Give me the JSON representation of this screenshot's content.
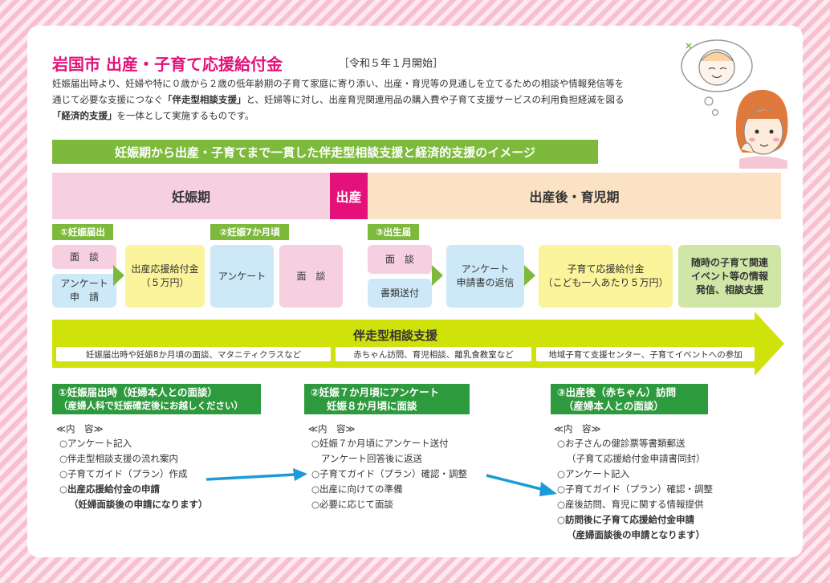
{
  "title": "岩国市 出産・子育て応援給付金",
  "title_note": "［令和５年１月開始］",
  "intro": {
    "line1": "妊娠届出時より、妊婦や特に０歳から２歳の低年齢期の子育て家庭に寄り添い、出産・育児等の見通しを立てるための相談や情報発信等を",
    "line2_a": "通じて必要な支援につなぐ",
    "line2_b": "「伴走型相談支援」",
    "line2_c": "と、妊婦等に対し、出産育児関連用品の購入費や子育て支援サービスの利用負担経減を図る",
    "line3_a": "「経済的支援」",
    "line3_b": "を一体として実施するものです。"
  },
  "banner": "妊娠期から出産・子育てまで一貫した伴走型相談支援と経済的支援のイメージ",
  "phases": {
    "pregnancy": "妊娠期",
    "birth": "出産",
    "postnatal": "出産後・育児期"
  },
  "steps": {
    "s1_tag": "①妊娠届出",
    "s1_interview": "面　談",
    "s1_survey_l1": "アンケート",
    "s1_survey_l2": "申　請",
    "s1_grant_l1": "出産応援給付金",
    "s1_grant_l2": "（５万円）",
    "s2_tag": "②妊娠7か月頃",
    "s2_survey": "アンケート",
    "s2_interview": "面　談",
    "s3_tag": "③出生届",
    "s3_interview": "面　談",
    "s3_mail": "書類送付",
    "s3_return_l1": "アンケート",
    "s3_return_l2": "申請書の返信",
    "s3_grant_l1": "子育て応援給付金",
    "s3_grant_l2": "（こども一人あたり５万円）",
    "s3_support_l1": "随時の子育て関連",
    "s3_support_l2": "イベント等の情報",
    "s3_support_l3": "発信、相談支援"
  },
  "support_bar": {
    "title": "伴走型相談支援",
    "pill1": "妊娠届出時や妊娠8か月頃の面談、マタニティクラスなど",
    "pill2": "赤ちゃん訪問、育児相談、離乳食教室など",
    "pill3": "地域子育て支援センター、子育てイベントへの参加"
  },
  "details": [
    {
      "header_l1": "①妊娠届出時（妊婦本人との面談）",
      "header_l2": "（産婦人科で妊娠確定後にお越しください）",
      "label": "≪内　容≫",
      "items": [
        "○アンケート記入",
        "○伴走型相談支援の流れ案内",
        "○子育てガイド（プラン）作成",
        "○出産応援給付金の申請",
        "（妊婦面談後の申請になります）"
      ]
    },
    {
      "header_l1": "②妊娠７か月頃にアンケート",
      "header_l2": "妊娠８か月頃に面談",
      "label": "≪内　容≫",
      "items": [
        "○妊娠７か月頃にアンケート送付",
        "アンケート回答後に返送",
        "○子育てガイド（プラン）確認・調整",
        "○出産に向けての準備",
        "○必要に応じて面談"
      ]
    },
    {
      "header_l1": "③出産後（赤ちゃん）訪問",
      "header_l2": "（産婦本人との面談）",
      "label": "≪内　容≫",
      "items": [
        "○お子さんの健診票等書類郵送",
        "（子育て応援給付金申請書同封）",
        "○アンケート記入",
        "○子育てガイド（プラン）確認・調整",
        "○産後訪問、育児に関する情報提供",
        "○訪問後に子育て応援給付金申請",
        "（産婦面談後の申請となります）"
      ]
    }
  ],
  "colors": {
    "accent": "#e5117a",
    "green": "#7dba3c",
    "dark_green": "#2e9a3e",
    "arrow": "#cfe20b",
    "blue_arrow": "#1a9ad6"
  }
}
